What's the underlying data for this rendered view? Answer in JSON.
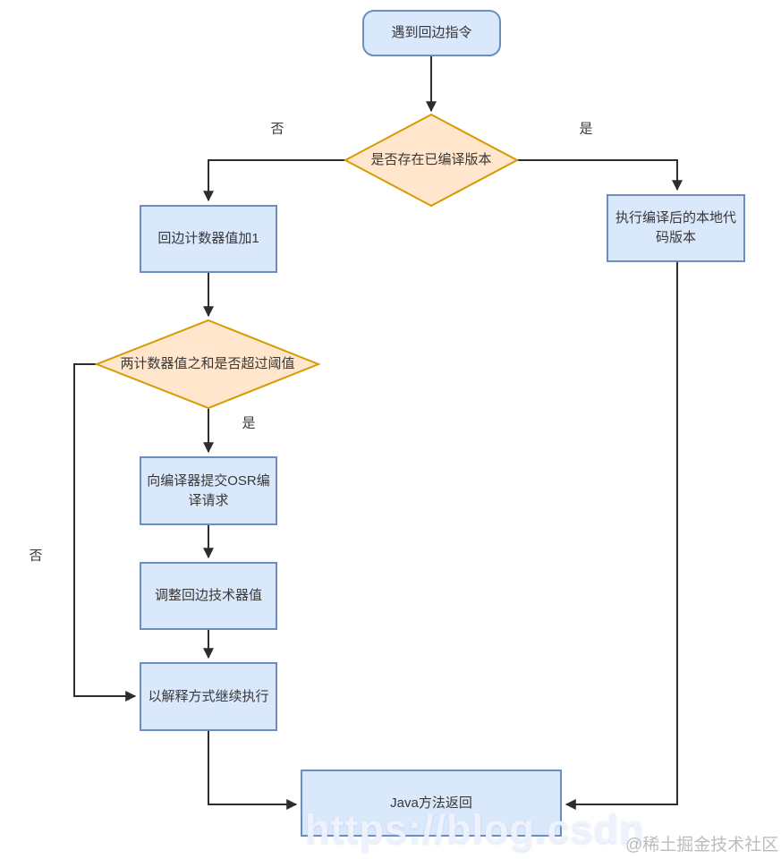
{
  "colors": {
    "process_fill": "#dae8fc",
    "process_border": "#6c8ebf",
    "decision_fill": "#ffe6cc",
    "decision_border": "#d79b00",
    "connector": "#2d2d2d",
    "text": "#383838",
    "watermark_url": "#eef2fc",
    "watermark_community": "#bcbcbc"
  },
  "nodes": {
    "start": "遇到回边指令",
    "decision_compiled_exists": "是否存在已编译版本",
    "increment_back_edge_counter": "回边计数器值加1",
    "execute_native_code": "执行编译后的本地代码版本",
    "decision_counters_exceed_threshold": "两计数器值之和是否超过阈值",
    "submit_osr_request": "向编译器提交OSR编译请求",
    "adjust_back_edge_counter": "调整回边技术器值",
    "continue_interpreting": "以解释方式继续执行",
    "java_method_return": "Java方法返回"
  },
  "edge_labels": {
    "compiled_no": "否",
    "compiled_yes": "是",
    "threshold_yes": "是",
    "threshold_no": "否"
  },
  "watermarks": {
    "url": "https://blog.csdn",
    "community": "@稀土掘金技术社区"
  }
}
